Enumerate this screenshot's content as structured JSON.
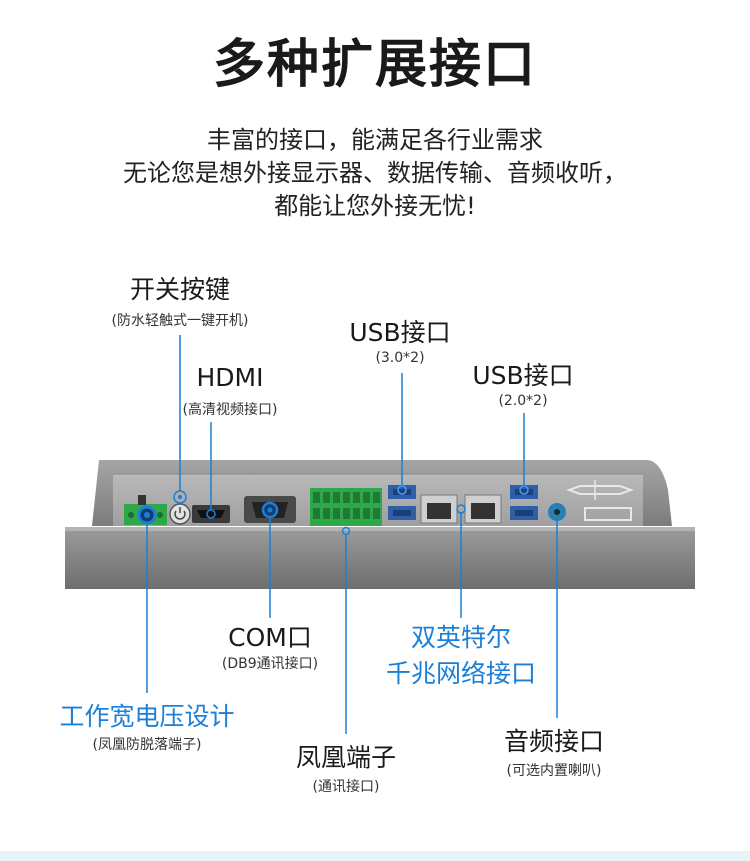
{
  "header": {
    "title": "多种扩展接口",
    "intro_lines": [
      "丰富的接口，能满足各行业需求",
      "无论您是想外接显示器、数据传输、音频收听，",
      "都能让您外接无忧!"
    ]
  },
  "callouts": {
    "power": {
      "title": "开关按键",
      "sub": "(防水轻触式一键开机)"
    },
    "hdmi": {
      "title": "HDMI",
      "sub": "(高清视频接口)"
    },
    "usb3": {
      "title": "USB接口",
      "sub": "(3.0*2)"
    },
    "usb2": {
      "title": "USB接口",
      "sub": "(2.0*2)"
    },
    "com": {
      "title": "COM口",
      "sub": "(DB9通讯接口)"
    },
    "lan": {
      "title_line1": "双英特尔",
      "title_line2": "千兆网络接口"
    },
    "power_input": {
      "title": "工作宽电压设计",
      "sub": "(凤凰防脱落端子)"
    },
    "phoenix": {
      "title": "凤凰端子",
      "sub": "(通讯接口)"
    },
    "audio": {
      "title": "音频接口",
      "sub": "(可选内置喇叭)"
    }
  },
  "colors": {
    "accent_blue": "#1a7fd8",
    "device_gray": "#8a8a8a",
    "terminal_green": "#2fa84a"
  }
}
